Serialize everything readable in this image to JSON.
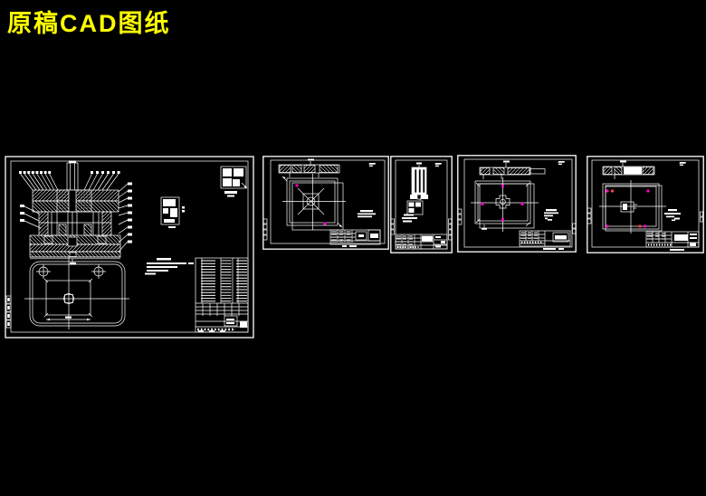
{
  "page": {
    "title": "原稿CAD图纸",
    "background": "#000000"
  },
  "colors": {
    "line": "#ffffff",
    "title_text": "#ffff00",
    "marker_magenta": "#ff00c8",
    "marker_red": "#ff4040"
  },
  "sheets": [
    {
      "id": "sheet-1",
      "kind": "assembly-drawing",
      "features": [
        "section-view",
        "plan-view",
        "part-detail",
        "workpiece-detail",
        "notes",
        "bom-table"
      ]
    },
    {
      "id": "sheet-2",
      "kind": "die-plate-drawing",
      "features": [
        "hatched-section-strip",
        "plate-view",
        "title-block"
      ]
    },
    {
      "id": "sheet-3",
      "kind": "punch-part-drawing",
      "features": [
        "punch-view",
        "detail-view",
        "notes",
        "title-block"
      ]
    },
    {
      "id": "sheet-4",
      "kind": "die-plate-drawing",
      "features": [
        "hatched-section-strip",
        "plate-view",
        "title-block"
      ]
    },
    {
      "id": "sheet-5",
      "kind": "die-plate-drawing",
      "features": [
        "hatched-section-strip",
        "plate-view",
        "title-block"
      ]
    }
  ]
}
